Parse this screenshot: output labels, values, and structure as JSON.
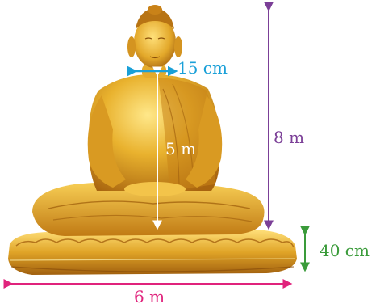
{
  "measurements": {
    "neck_width": "15 cm",
    "torso_height": "5 m",
    "total_height": "8 m",
    "base_height": "40 cm",
    "base_width": "6 m"
  },
  "colors": {
    "neck_width": "#1aa0d8",
    "torso_height": "#ffffff",
    "total_height": "#7b3f97",
    "base_height": "#3a9b3a",
    "base_width": "#e0237c",
    "gold_light": "#f7d05a",
    "gold_mid": "#dfa21d",
    "gold_dark": "#9c5c0c"
  },
  "icons": {
    "statue": "seated-buddha-statue-icon"
  }
}
